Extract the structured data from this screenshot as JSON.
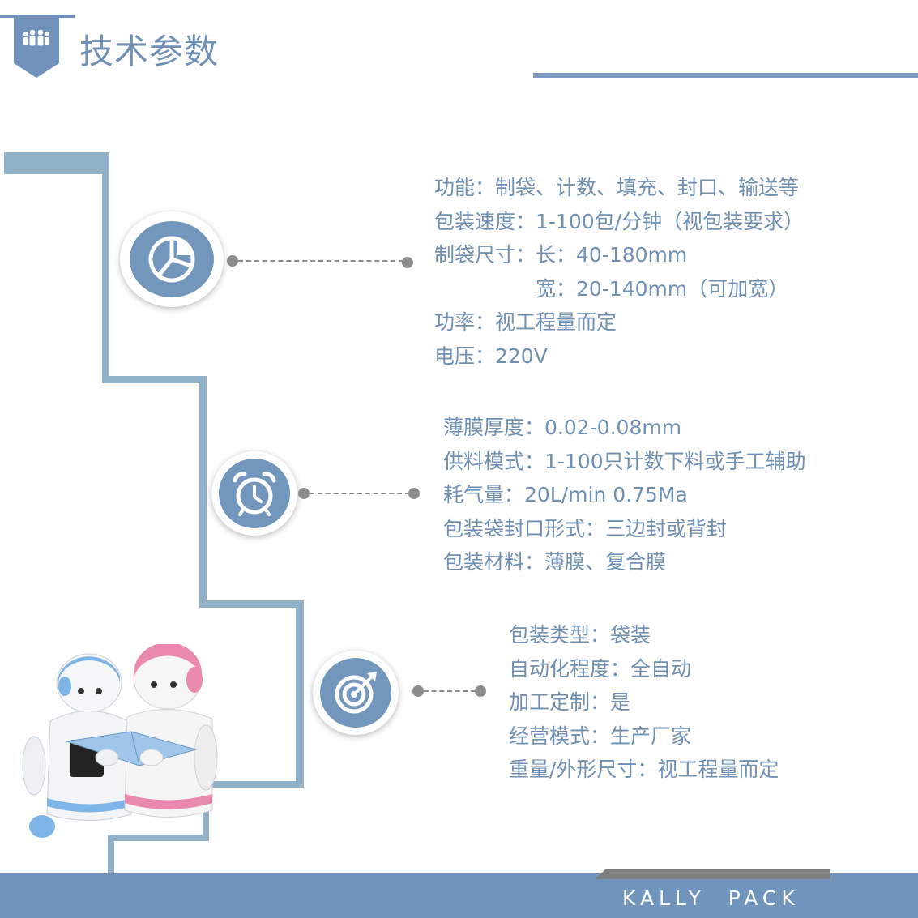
{
  "header": {
    "title": "技术参数",
    "badge_icon": "people-group-icon"
  },
  "sections": [
    {
      "icon": "pie-chart-icon",
      "lines": [
        "功能：制袋、计数、填充、封口、输送等",
        "包装速度：1-100包/分钟（视包装要求）",
        "制袋尺寸：长：40-180mm",
        "　　　　　宽：20-140mm（可加宽）",
        "功率：视工程量而定",
        "电压：220V"
      ]
    },
    {
      "icon": "alarm-clock-icon",
      "lines": [
        "薄膜厚度：0.02-0.08mm",
        "供料模式：1-100只计数下料或手工辅助",
        "耗气量：20L/min 0.75Ma",
        "包装袋封口形式：三边封或背封",
        "包装材料：薄膜、复合膜"
      ]
    },
    {
      "icon": "target-arrow-icon",
      "lines": [
        "包装类型：袋装",
        "自动化程度：全自动",
        "加工定制：是",
        "经营模式：生产厂家",
        "重量/外形尺寸：视工程量而定"
      ]
    }
  ],
  "footer": {
    "brand": "KALLY  PACK"
  },
  "colors": {
    "accent": "#7396bc",
    "stair": "#91b1c9",
    "text": "#6f8fb3",
    "connector": "#8c8c8c"
  }
}
